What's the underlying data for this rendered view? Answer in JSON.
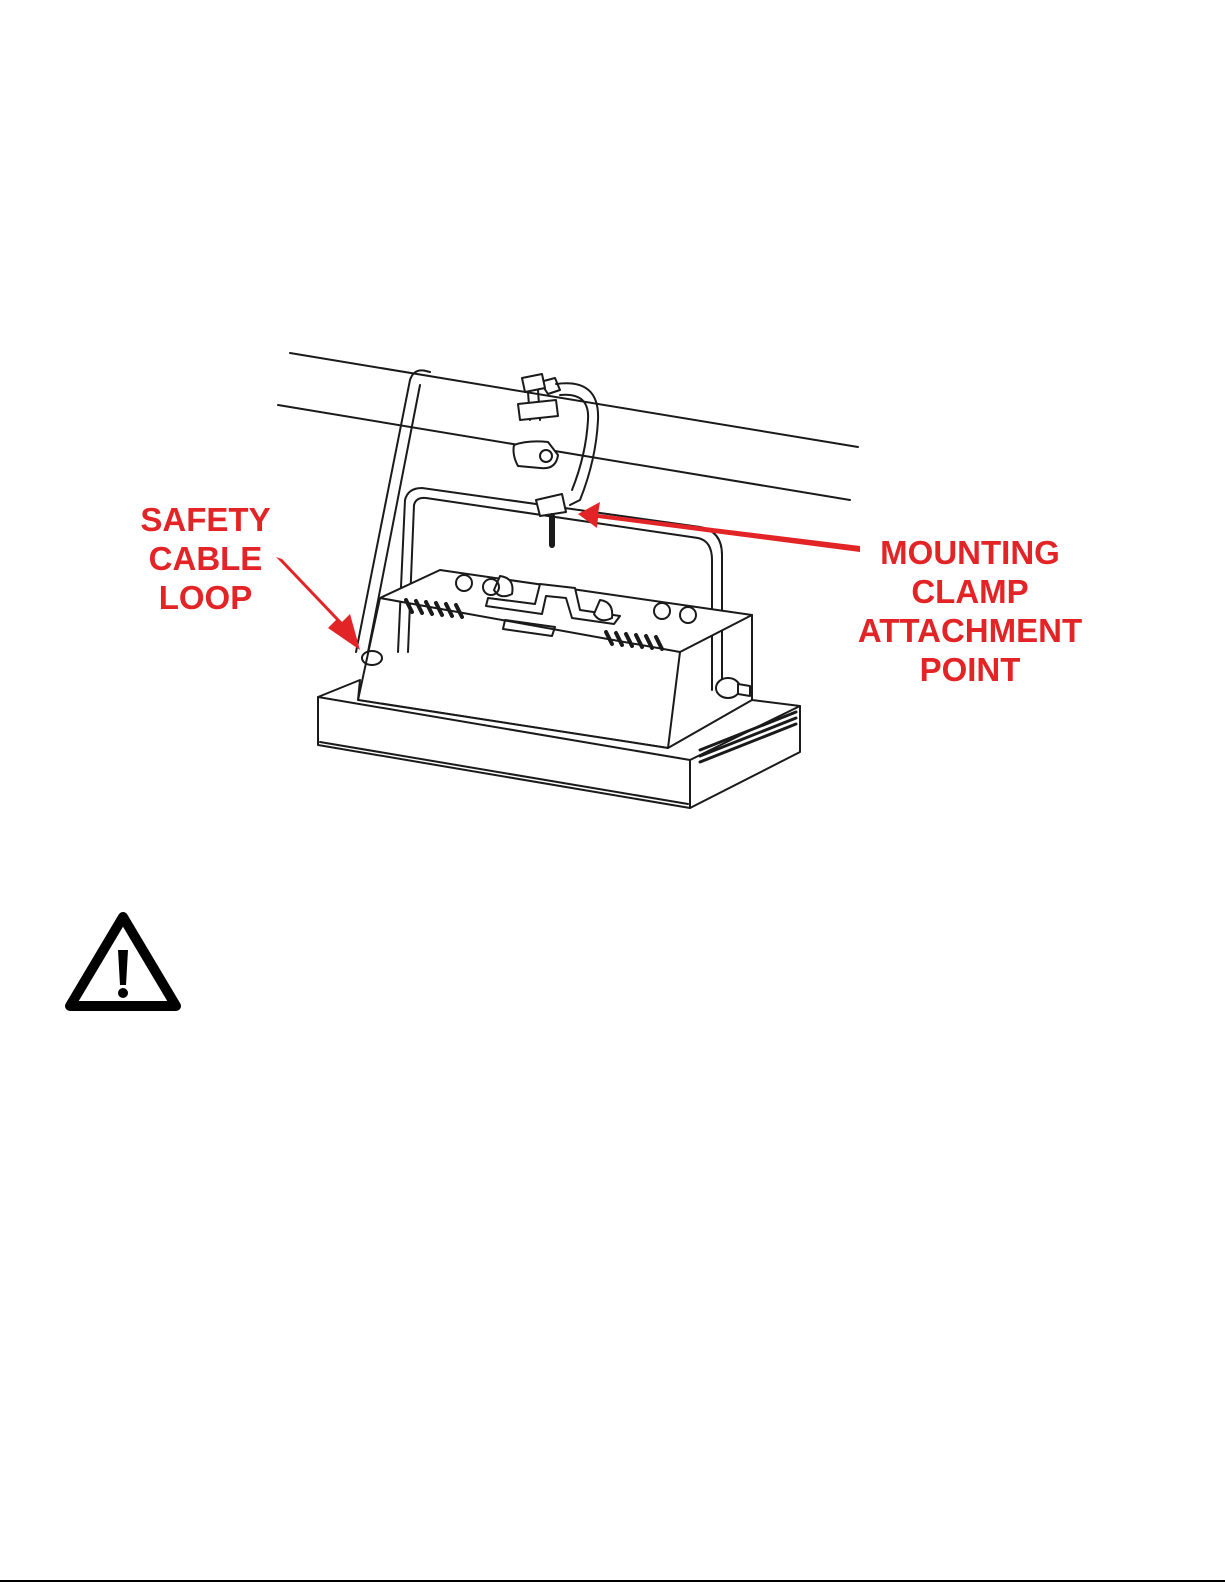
{
  "colors": {
    "callout": "#e32427",
    "line": "#1a1a1a",
    "background": "#ffffff"
  },
  "callouts": {
    "safety_cable_loop": [
      "SAFETY",
      "CABLE",
      "LOOP"
    ],
    "mounting_clamp": [
      "MOUNTING",
      "CLAMP",
      "ATTACHMENT",
      "POINT"
    ]
  },
  "icons": {
    "warning": "warning-triangle-icon"
  }
}
